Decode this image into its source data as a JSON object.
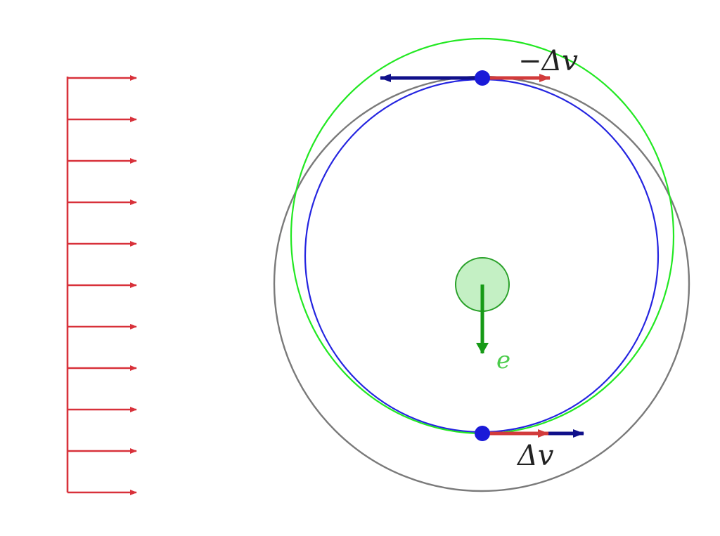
{
  "labels": {
    "neg_delta_v": "−Δv",
    "delta_v": "Δv",
    "eccentricity": "e"
  },
  "colors": {
    "field": "#d8313a",
    "red_vector": "#d23b3b",
    "velocity": "#10108a",
    "body": "#1a1ad8",
    "new_orbit": "#22e822",
    "original_orbit": "#2424e0",
    "outer_orbit": "#7a7a7a",
    "central_body_fill": "#c4f0c4",
    "central_body_stroke": "#2aa12a",
    "eccentricity_vector": "#169a16",
    "text_dark": "#222222",
    "text_green": "#4ccc4c"
  },
  "uniform_field": {
    "arrow_count": 11
  }
}
